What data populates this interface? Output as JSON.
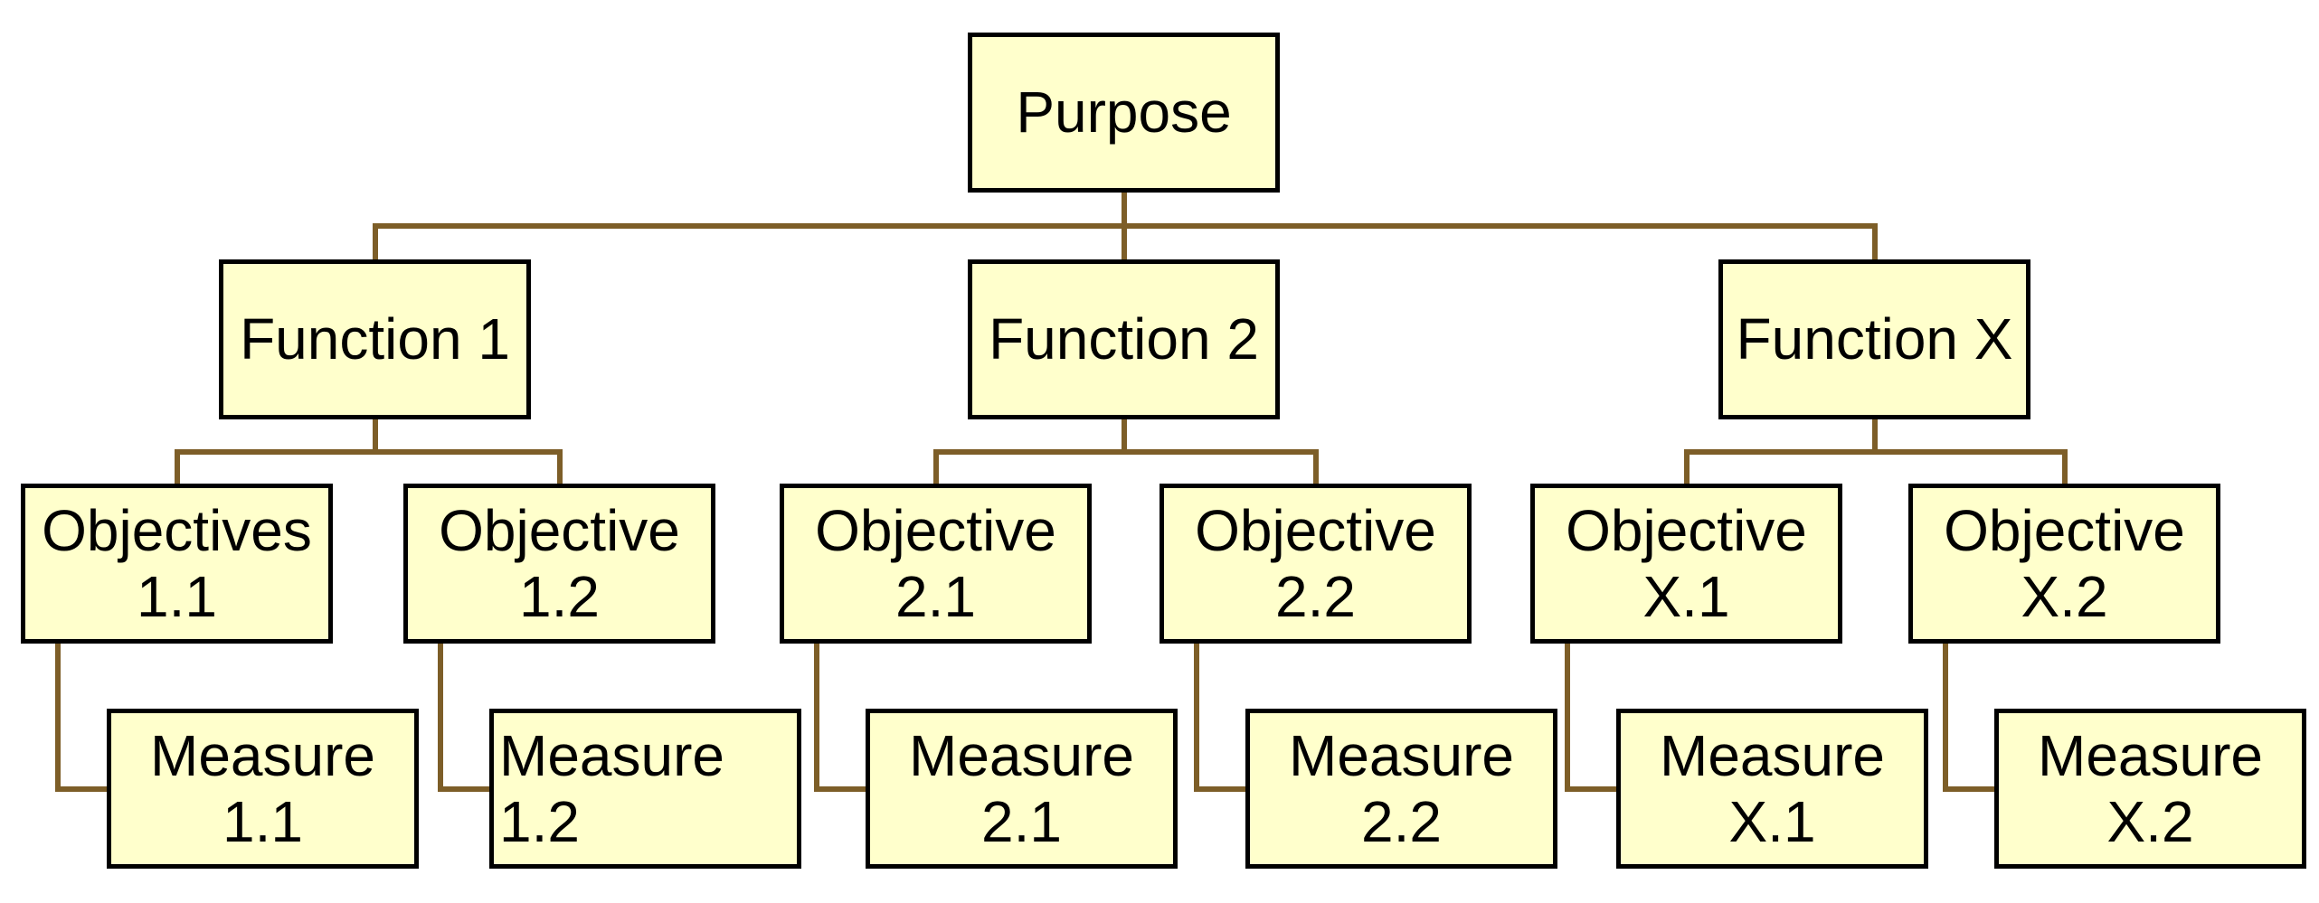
{
  "colors": {
    "background": "#FFFFFF",
    "box_fill": "#FFFFCC",
    "box_border": "#000000",
    "connector": "#7D5E28",
    "text": "#000000"
  },
  "diagram": {
    "purpose": {
      "label": "Purpose"
    },
    "functions": [
      {
        "label": "Function 1"
      },
      {
        "label": "Function 2"
      },
      {
        "label": "Function X"
      }
    ],
    "objectives": [
      {
        "line1": "Objectives",
        "line2": "1.1"
      },
      {
        "line1": "Objective",
        "line2": "1.2"
      },
      {
        "line1": "Objective",
        "line2": "2.1"
      },
      {
        "line1": "Objective",
        "line2": "2.2"
      },
      {
        "line1": "Objective",
        "line2": "X.1"
      },
      {
        "line1": "Objective",
        "line2": "X.2"
      }
    ],
    "measures": [
      {
        "line1": "Measure",
        "line2": "1.1"
      },
      {
        "line1": "Measure",
        "line2": "1.2"
      },
      {
        "line1": "Measure",
        "line2": "2.1"
      },
      {
        "line1": "Measure",
        "line2": "2.2"
      },
      {
        "line1": "Measure",
        "line2": "X.1"
      },
      {
        "line1": "Measure",
        "line2": "X.2"
      }
    ]
  }
}
